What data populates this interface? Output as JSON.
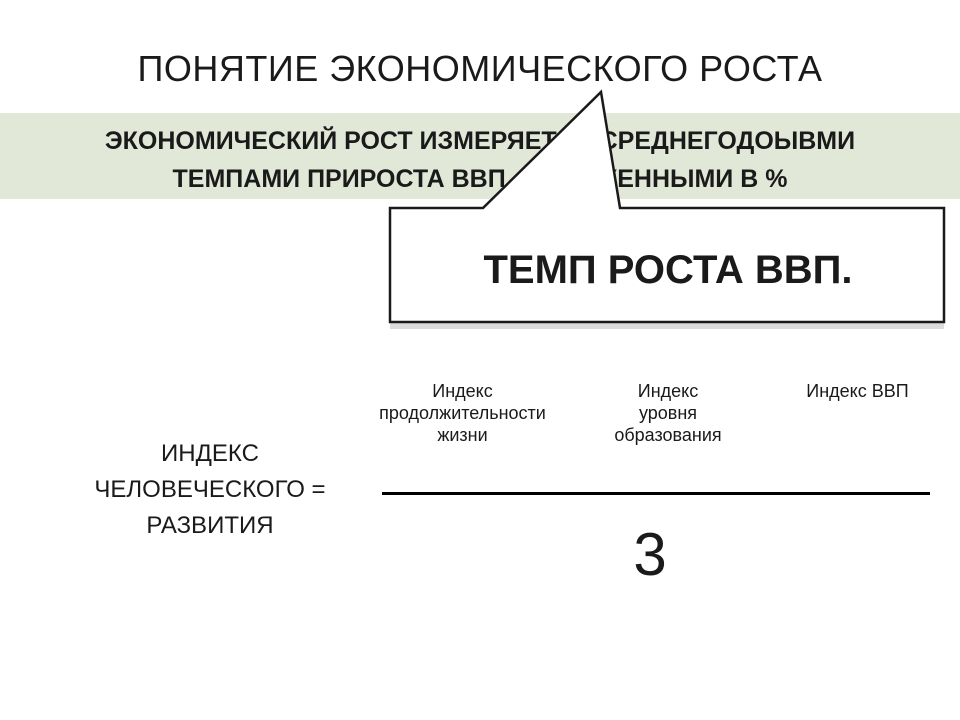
{
  "slide": {
    "title": "ПОНЯТИЕ ЭКОНОМИЧЕСКОГО РОСТА",
    "definition": "ЭКОНОМИЧЕСКИЙ РОСТ ИЗМЕРЯЕТСЯ СРЕДНЕГОДОЫВМИ\nТЕМПАМИ ПРИРОСТА ВВП, ВЫРАЖЕННЫМИ В %"
  },
  "callout": {
    "text": "ТЕМП РОСТА ВВП."
  },
  "formula": {
    "label": "ИНДЕКС\nЧЕЛОВЕЧЕСКОГО =\nРАЗВИТИЯ",
    "components": [
      "Индекс\nпродолжительности\nжизни",
      "Индекс\nуровня\nобразования",
      "Индекс ВВП"
    ],
    "denominator": "3"
  },
  "colors": {
    "band": "#e2e8d8",
    "text": "#1a1a1a"
  }
}
